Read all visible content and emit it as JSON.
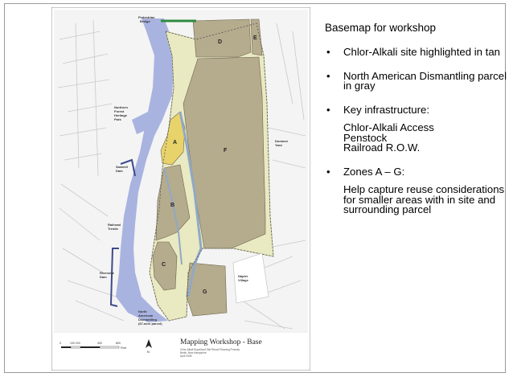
{
  "panel": {
    "title": "Basemap for workshop",
    "bullets": [
      {
        "text": "Chlor-Alkali site highlighted in tan",
        "sub": []
      },
      {
        "text": "North American Dismantling parcel in gray",
        "sub": []
      },
      {
        "text": "Key infrastructure:",
        "sub": [
          "Chlor-Alkali Access",
          "Penstock",
          "Railroad R.O.W."
        ]
      },
      {
        "text": "Zones A – G:",
        "sub": [
          "Help capture reuse considerations for smaller areas with in site and surrounding parcel"
        ]
      }
    ]
  },
  "map": {
    "title": "Mapping Workshop - Base",
    "subtitle_lines": [
      "Chlor-Alkali Superfund Site Reuse Planning Process",
      "Berlin, New Hampshire",
      "April 2008"
    ],
    "zone_labels": [
      "A",
      "B",
      "C",
      "D",
      "E",
      "F",
      "G"
    ],
    "place_labels": {
      "pedestrian_bridge": [
        "Pedestrian",
        "Bridge"
      ],
      "heritage_park": [
        "Northern",
        "Forest",
        "Heritage",
        "Park"
      ],
      "sawmill_dam": [
        "Sawmill",
        "Dam"
      ],
      "railroad_trestle": [
        "Railroad",
        "Trestle"
      ],
      "riverside_dam": [
        "Riverside",
        "Dam"
      ],
      "nad_parcel": [
        "North",
        "American",
        "Dismantling",
        "(67-acre parcel)"
      ],
      "hamlin_village": [
        "Napier",
        "Village"
      ],
      "ramsey_yard": [
        "Dummer",
        "Yard"
      ]
    },
    "scale_labels": [
      "0",
      "100 200",
      "400",
      "800"
    ],
    "scale_unit": "Feet",
    "colors": {
      "river": "#a9b3e0",
      "parcel": "#b5ab8d",
      "zone_a": "#e8d36b",
      "buffer": "#e9e9c2",
      "bridge": "#2e8b3f"
    }
  }
}
